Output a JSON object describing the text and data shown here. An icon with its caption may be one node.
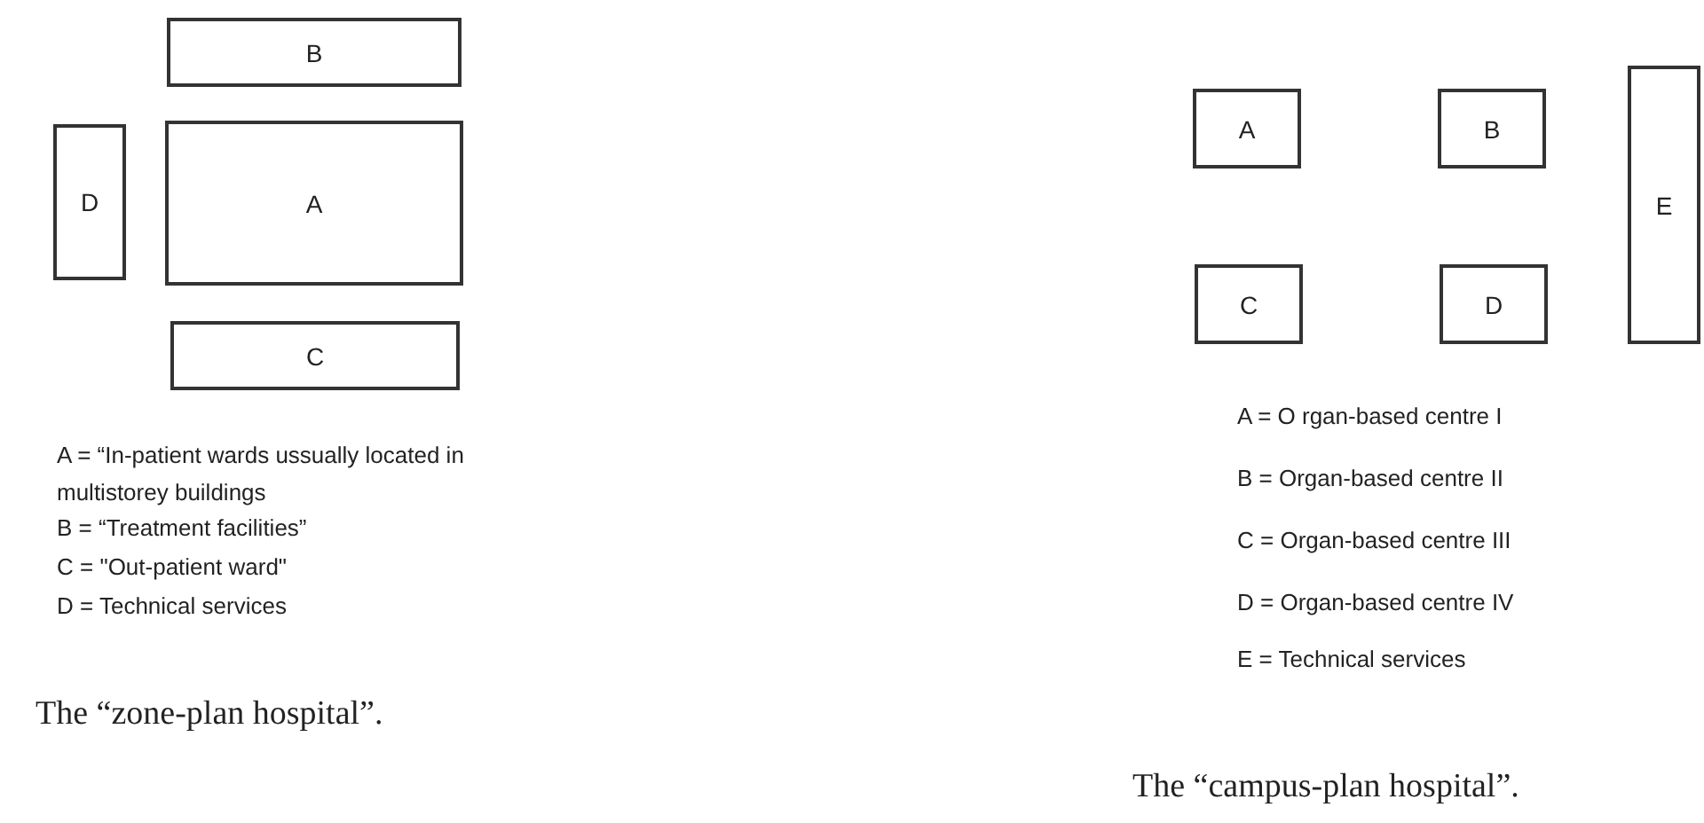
{
  "diagram": {
    "nodes": [
      {
        "text": [
          "B"
        ]
      },
      {
        "text": [
          "D"
        ]
      },
      {
        "text": [
          "A"
        ]
      },
      {
        "text": [
          "C"
        ]
      },
      {
        "text": [
          "A"
        ]
      },
      {
        "text": [
          "B"
        ]
      },
      {
        "text": [
          "E"
        ]
      },
      {
        "text": [
          "C"
        ]
      },
      {
        "text": [
          "D"
        ]
      }
    ],
    "labels": [
      "A = “In-patient wards ussually located in multistorey buildings",
      "B = “Treatment facilities”",
      "C = \"Out-patient ward\"",
      "D = Technical services",
      "The “zone-plan hospital”.",
      "A = O rgan-based centre I",
      "B = Organ-based centre II",
      "C = Organ-based centre III",
      "D = Organ-based centre IV",
      "E = Technical services",
      "The “campus-plan hospital”."
    ]
  }
}
